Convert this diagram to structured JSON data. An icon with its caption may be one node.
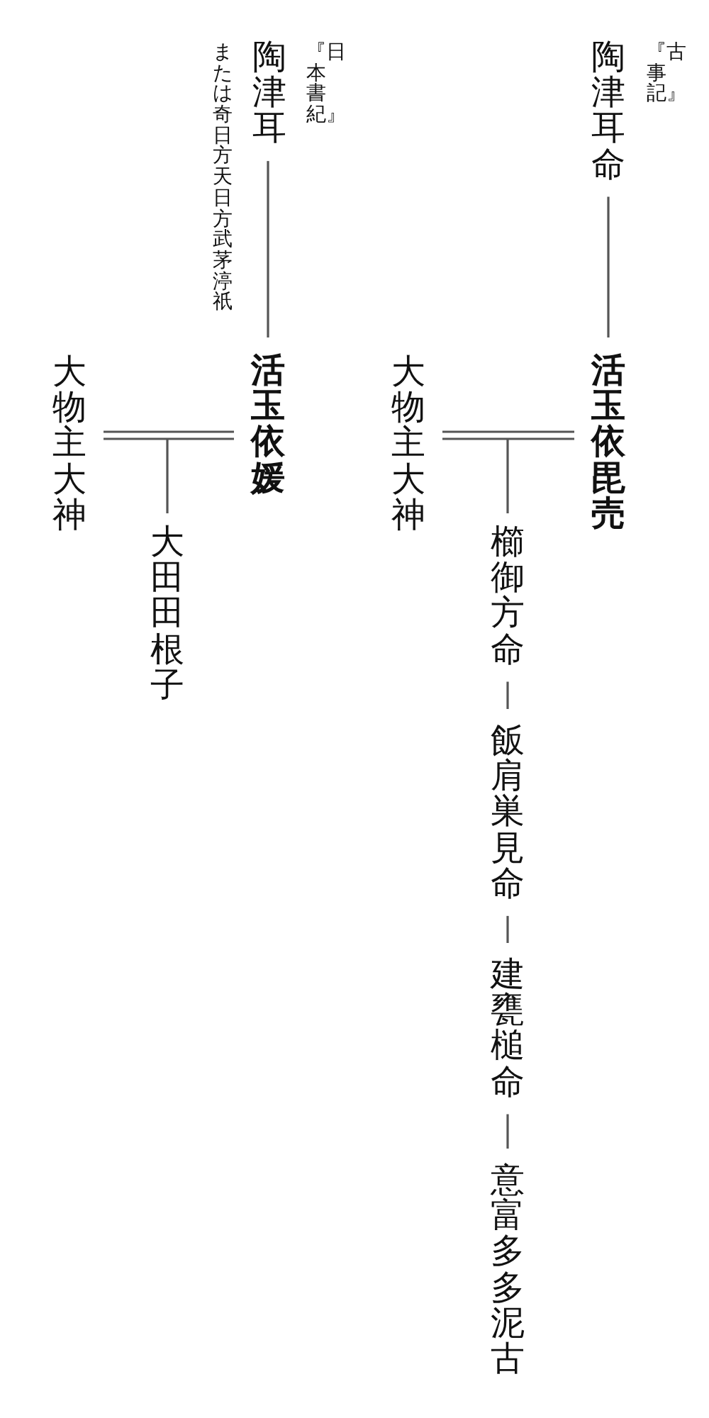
{
  "diagram": {
    "nodes": [
      {
        "text": [
          "陶津耳命"
        ],
        "beside": [
          "『古事記』"
        ]
      },
      {
        "text": [
          "活玉依毘売"
        ]
      },
      {
        "text": [
          "大物主大神"
        ]
      },
      {
        "text": [
          "櫛御方命"
        ]
      },
      {
        "text": [
          "飯肩巣見命"
        ]
      },
      {
        "text": [
          "建甕槌命"
        ]
      },
      {
        "text": [
          "意富多多泥古"
        ]
      },
      {
        "text": [
          "陶津耳"
        ],
        "beside": [
          "『日本書紀』",
          "または奇日方天日方武茅渟祇"
        ]
      },
      {
        "text": [
          "活玉依媛"
        ]
      },
      {
        "text": [
          "大物主大神"
        ]
      },
      {
        "text": [
          "大田田根子"
        ]
      }
    ],
    "edges": [
      {
        "from": 0,
        "to": 1,
        "arrow": "none"
      },
      {
        "from": 1,
        "to": 2,
        "arrow": "none"
      },
      {
        "from": 1,
        "to": 3,
        "arrow": "none"
      },
      {
        "from": 2,
        "to": 3,
        "arrow": "none"
      },
      {
        "from": 3,
        "to": 4,
        "arrow": "none"
      },
      {
        "from": 4,
        "to": 5,
        "arrow": "none"
      },
      {
        "from": 5,
        "to": 6,
        "arrow": "none"
      },
      {
        "from": 7,
        "to": 8,
        "arrow": "none"
      },
      {
        "from": 8,
        "to": 9,
        "arrow": "none"
      },
      {
        "from": 8,
        "to": 10,
        "arrow": "none"
      },
      {
        "from": 9,
        "to": 10,
        "arrow": "none"
      }
    ]
  }
}
